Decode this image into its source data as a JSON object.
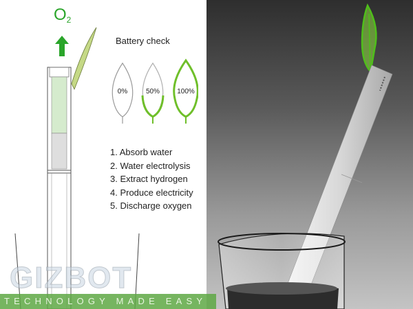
{
  "left_panel": {
    "o2_symbol": "O",
    "o2_subscript": "2",
    "battery_title": "Battery check",
    "battery_levels": [
      "0%",
      "50%",
      "100%"
    ],
    "steps": [
      "1. Absorb water",
      "2. Water electrolysis",
      "3. Extract hydrogen",
      "4. Produce electricity",
      "5. Discharge oxygen"
    ]
  },
  "watermark": {
    "logo": "GIZBOT",
    "tagline": "TECHNOLOGY MADE EASY"
  },
  "colors": {
    "leaf_green": "#6fbf2a",
    "o2_green": "#2aa52a",
    "watermark_band": "#5ea844"
  }
}
